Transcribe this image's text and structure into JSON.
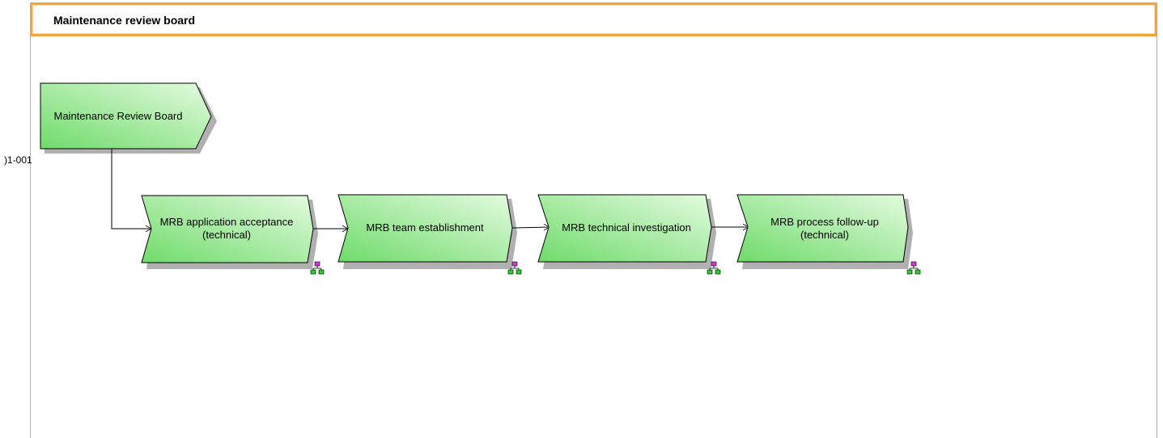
{
  "board": {
    "title": "Maintenance review board",
    "side_label": ")1-001"
  },
  "root_process": {
    "label": "Maintenance Review Board"
  },
  "steps": [
    {
      "label": "MRB application acceptance (technical)",
      "has_subprocess_icon": true
    },
    {
      "label": "MRB team establishment",
      "has_subprocess_icon": true
    },
    {
      "label": "MRB technical investigation",
      "has_subprocess_icon": true
    },
    {
      "label": "MRB process follow-up (technical)",
      "has_subprocess_icon": true
    }
  ],
  "colors": {
    "frame": "#f5a43c",
    "shape_fill_light": "#c8f7c0",
    "shape_fill_dark": "#7fe07a",
    "shadow": "#a7a7a7",
    "connector": "#000000"
  }
}
